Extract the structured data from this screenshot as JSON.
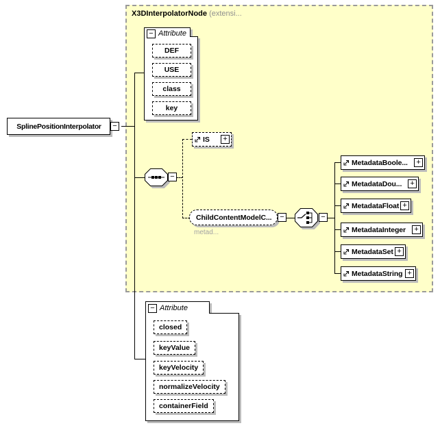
{
  "header": {
    "title": "X3DInterpolatorNode",
    "annotation": "(extensi..."
  },
  "root": {
    "label": "SplinePositionInterpolator"
  },
  "top_attribute_group": {
    "label": "Attribute",
    "items": [
      "DEF",
      "USE",
      "class",
      "key"
    ]
  },
  "is_element": {
    "label": "IS"
  },
  "child_content": {
    "label": "ChildContentModelC...",
    "annotation": "metad..."
  },
  "metadata_elements": [
    "MetadataBoole...",
    "MetadataDou...",
    "MetadataFloat",
    "MetadataInteger",
    "MetadataSet",
    "MetadataString"
  ],
  "bottom_attribute_group": {
    "label": "Attribute",
    "items": [
      "closed",
      "keyValue",
      "keyVelocity",
      "normalizeVelocity",
      "containerField"
    ]
  },
  "colors": {
    "region_bg": "#FFFFC9",
    "region_border": "#9A9A9A",
    "shadow": "#BCBCBC",
    "muted_text": "#8F8F8F"
  }
}
